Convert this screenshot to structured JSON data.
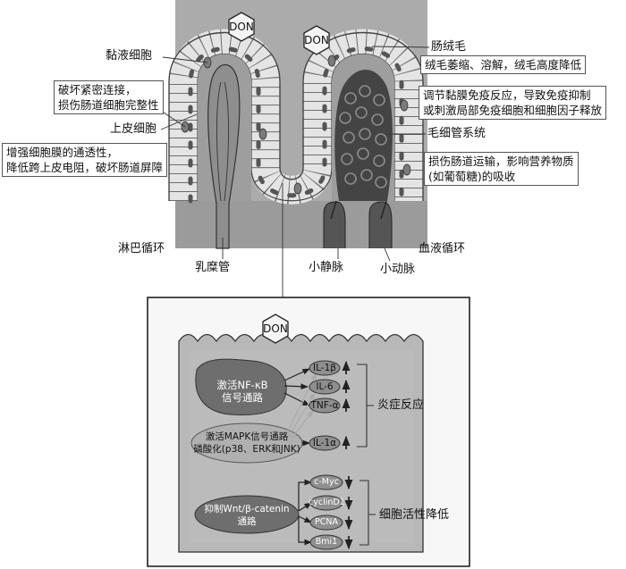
{
  "top_labels": {
    "mucus_cell": "黏液细胞",
    "villus": "肠绒毛",
    "epithelial_cell": "上皮细胞",
    "capillary_system": "毛细管系统",
    "lymph_circulation": "淋巴循环",
    "blood_circulation": "血液循环",
    "lacteal": "乳糜管",
    "venule": "小静脉",
    "arteriole": "小动脉"
  },
  "toxin": {
    "left": "DON",
    "right": "DON",
    "cell": "DON"
  },
  "effect_boxes": {
    "villus_effect": [
      "绒毛萎缩、溶解，绒毛高度降低"
    ],
    "tight_junction": [
      "破坏紧密连接，",
      "损伤肠道细胞完整性"
    ],
    "immune": [
      "调节黏膜免疫反应，导致免疫抑制",
      "或刺激局部免疫细胞和细胞因子释放"
    ],
    "permeability": [
      "增强细胞膜的通透性，",
      "降低跨上皮电阻，破坏肠道屏障"
    ],
    "transport": [
      "损伤肠道运输，影响营养物质",
      "(如葡萄糖)的吸收"
    ]
  },
  "pathways": {
    "nfkb": [
      "激活NF-κB",
      "信号通路"
    ],
    "mapk": [
      "激活MAPK信号通路",
      "磷酸化(p38、ERK和JNK)"
    ],
    "wnt": [
      "抑制Wnt/β-catenin",
      "通路"
    ]
  },
  "inflammatory_markers": [
    "IL-1β",
    "IL-6",
    "TNF-α",
    "IL-1α"
  ],
  "viability_markers": [
    "c-Myc",
    "cyclinD1",
    "PCNA",
    "Bmi1"
  ],
  "outcomes": {
    "inflammation": "炎症反应",
    "viability": "细胞活性降低"
  },
  "colors": {
    "background_field": "#ababab",
    "tissue_base": "#9b9b9b",
    "epithelium": "#e4e4e4",
    "dark_pathway": "#6e6e6e",
    "mid_pathway": "#b0b0b0",
    "marker_fill": "#8f8f8f"
  }
}
